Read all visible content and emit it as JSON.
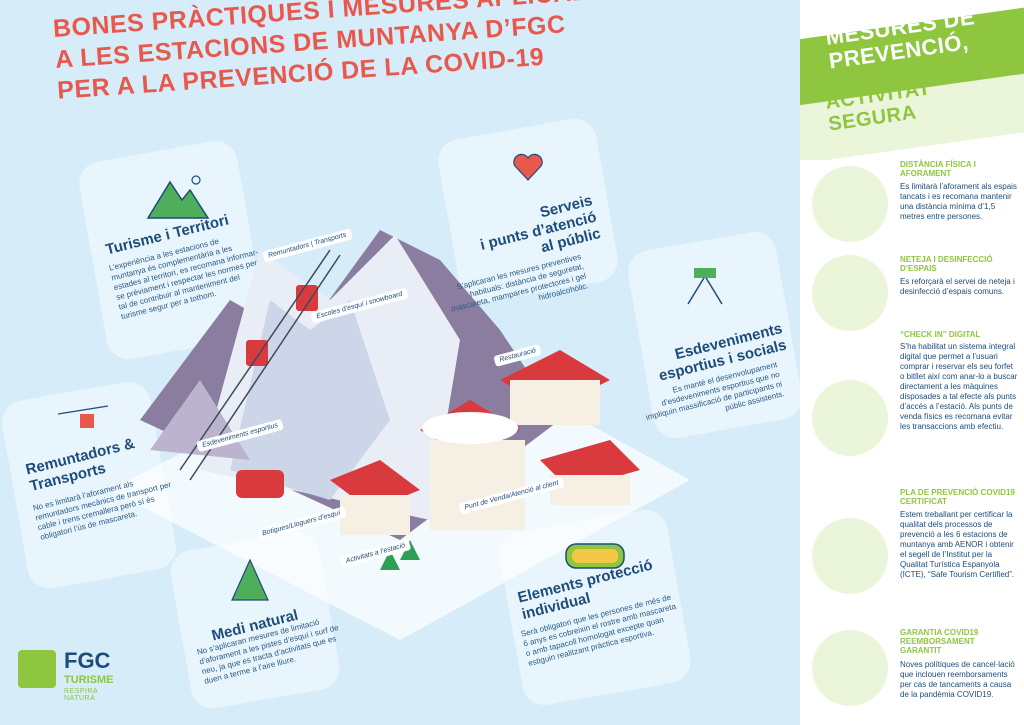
{
  "title": {
    "line1": "BONES PRÀCTIQUES I MESURES APLICADES",
    "line2": "A LES ESTACIONS DE MUNTANYA D’FGC",
    "line3": "PER A LA PREVENCIÓ DE LA COVID-19"
  },
  "turisme": {
    "title": "Turisme i Territori",
    "text": "L’experiència a les estacions de muntanya és complementària a les estades al territori, es recomana informar-se prèviament i respectar les normes per tal de contribuir al manteniment del turisme segur per a tothom."
  },
  "serveis": {
    "title1": "Serveis",
    "title2": "i punts d’atenció",
    "title3": "al públic",
    "text": "S’aplicaran les mesures preventives habituals: distància de seguretat, mascareta, mampares protectores i gel hidroalcohòlic."
  },
  "esdeveniments": {
    "title1": "Esdeveniments",
    "title2": "esportius i socials",
    "text": "Es manté el desenvolupament d’esdeveniments esportius que no impliquin massificació de participants ni públic assistents."
  },
  "remuntadors": {
    "title1": "Remuntadors &",
    "title2": "Transports",
    "text": "No es limitarà l’aforament als remuntadors mecànics de transport per cable i trens cremallera però sí és obligatori l’ús de mascareta."
  },
  "medi": {
    "title": "Medi natural",
    "text": "No s’aplicaran mesures de limitació d’aforament a les pistes d’esquí i surf de neu, ja que es tracta d’activitats que es duen a terme a l’aire lliure."
  },
  "elements": {
    "title1": "Elements protecció",
    "title2": "individual",
    "text": "Serà obligatori que les persones de més de 6 anys es cobreixin el rostre amb mascareta o amb tapacoll homologat excepte quan estiguin realitzant pràctica esportiva."
  },
  "labels": {
    "remuntadors": "Remuntadors | Transports",
    "escoles": "Escoles d’esquí i snowboard",
    "esdeveniments": "Esdeveniments esportius",
    "restauracio": "Restauració",
    "botigues": "Botigues/Lloguers d’esquí",
    "punt": "Punt de Venda/Atenció al client",
    "activitats": "Activitats a l’estació"
  },
  "logo": {
    "name": "FGC",
    "sub": "TURISME",
    "tag": "RESPIRA NATURA"
  },
  "sidebar": {
    "heading1a": "MESURES DE",
    "heading1b": "PREVENCIÓ,",
    "heading2a": "ACTIVITAT",
    "heading2b": "SEGURA",
    "items": [
      {
        "title": "DISTÀNCIA FÍSICA I AFORAMENT",
        "text": "Es limitarà l’aforament als espais tancats i es recomana mantenir una distància mínima d’1,5 metres entre persones.",
        "icon": "people-distance-icon"
      },
      {
        "title": "NETEJA I DESINFECCIÓ D’ESPAIS",
        "text": "Es reforçarà el servei de neteja i desinfecció d’espais comuns.",
        "icon": "cleaning-hand-icon"
      },
      {
        "title": "“CHECK IN” DIGITAL",
        "text": "S’ha habilitat un sistema integral digital que permet a l’usuari comprar i reservar els seu forfet o bitllet així com anar-lo a buscar directament a les màquines disposades a tal efecte als punts d’accés a l’estació. Als punts de venda físics es recomana evitar les transaccions amb efectiu.",
        "icon": "card-checkin-icon"
      },
      {
        "title": "PLA DE PREVENCIÓ COVID19 CERTIFICAT",
        "text": "Estem treballant per certificar la qualitat dels processos de prevenció a les 6 estacions de muntanya amb AENOR i obtenir el segell de l’Institut per la Qualitat Turística Espanyola (ICTE), “Safe Tourism Certified”.",
        "icon": "certificate-icon"
      },
      {
        "title": "GARANTIA COVID19 REEMBORSAMENT GARANTIT",
        "text": "Noves polítiques de cancel·lació que inclouen reemborsaments per cas de tancaments a causa de la pandèmia COVID19.",
        "icon": "euro-refund-icon"
      }
    ]
  },
  "colors": {
    "accent_red": "#e8584d",
    "green": "#8ec63f",
    "navy": "#1e4c7a",
    "sky": "#d6edf9"
  }
}
